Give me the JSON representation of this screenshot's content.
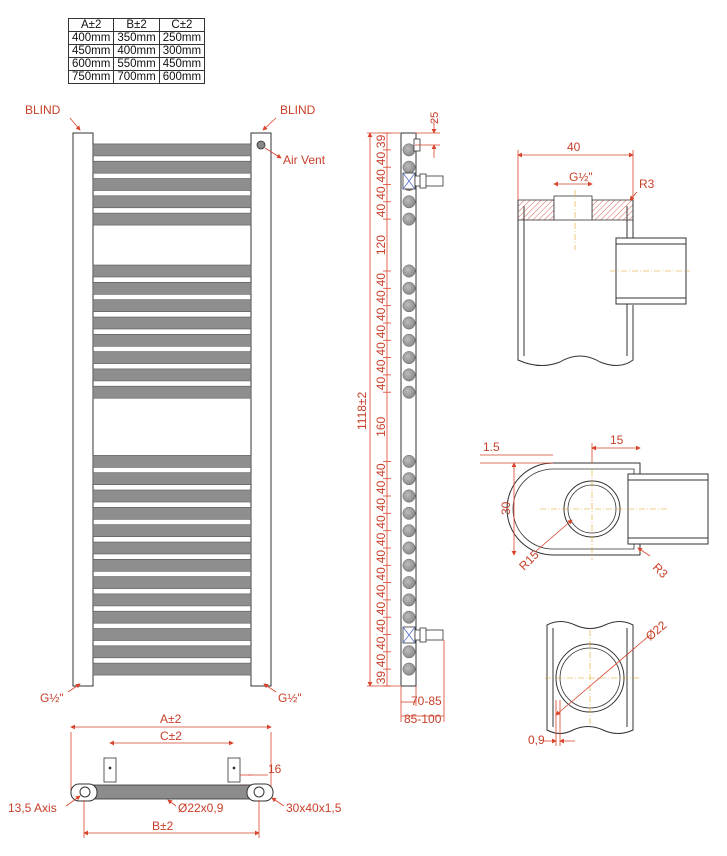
{
  "size_table": {
    "headers": [
      "A±2",
      "B±2",
      "C±2"
    ],
    "rows": [
      [
        "400mm",
        "350mm",
        "250mm"
      ],
      [
        "450mm",
        "400mm",
        "300mm"
      ],
      [
        "600mm",
        "550mm",
        "450mm"
      ],
      [
        "750mm",
        "700mm",
        "600mm"
      ]
    ]
  },
  "front_view": {
    "blind_left": "BLIND",
    "blind_right": "BLIND",
    "air_vent": "Air Vent",
    "inlet_left": "G½\"",
    "inlet_right": "G½\""
  },
  "side_view": {
    "top_offset": "25",
    "total_height": "1118±2",
    "spacings": [
      "39",
      "40",
      "40",
      "40",
      "40",
      "120",
      "40",
      "40",
      "40",
      "40",
      "40",
      "40",
      "40",
      "160",
      "40",
      "40",
      "40",
      "40",
      "40",
      "40",
      "40",
      "40",
      "40",
      "40",
      "40",
      "40",
      "39"
    ],
    "depth_small": "70-85",
    "depth_large": "85-100"
  },
  "bottom_view": {
    "width_a": "A±2",
    "width_c": "C±2",
    "width_b": "B±2",
    "offset_16": "16",
    "axis_label": "13,5 Axis",
    "tube_label": "Ø22x0,9",
    "collector_label": "30x40x1,5"
  },
  "detail_top": {
    "width": "40",
    "thread": "G½\"",
    "radius": "R3"
  },
  "detail_mid": {
    "wall": "1.5",
    "offset": "15",
    "height": "30",
    "radius_outer": "R15",
    "radius_inner": "R3"
  },
  "detail_bottom": {
    "diameter": "Ø22",
    "wall": "0,9"
  }
}
